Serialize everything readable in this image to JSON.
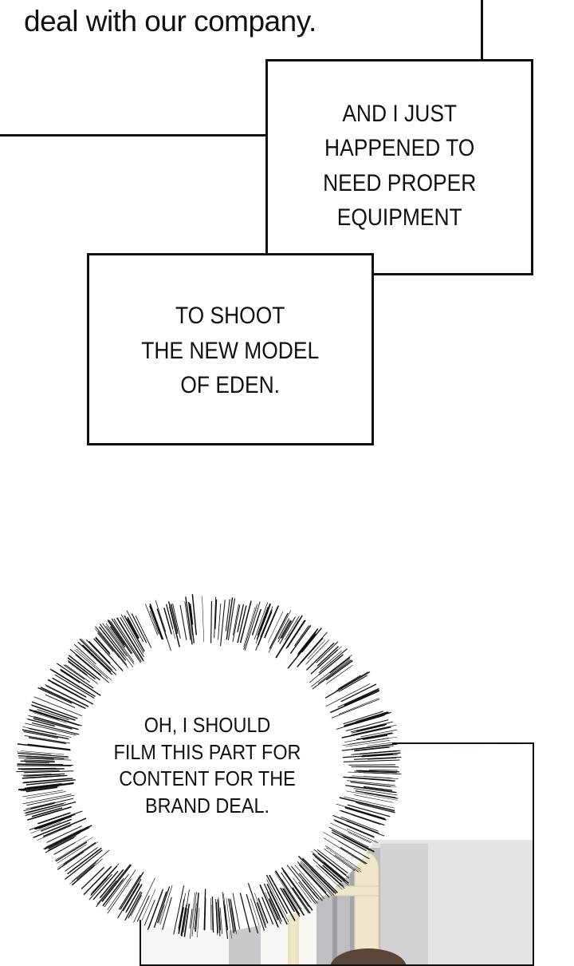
{
  "top_caption": {
    "text": "deal with our company."
  },
  "caption_box_1": {
    "lines": [
      "AND I JUST",
      "HAPPENED TO",
      "NEED PROPER",
      "EQUIPMENT"
    ]
  },
  "caption_box_2": {
    "lines": [
      "TO SHOOT",
      "THE NEW MODEL",
      "OF EDEN."
    ]
  },
  "thought_burst": {
    "lines": [
      "OH, I SHOULD",
      "FILM THIS PART FOR",
      "CONTENT FOR THE",
      "BRAND DEAL."
    ]
  },
  "colors": {
    "ink": "#111111",
    "chair": "#efe6c8",
    "curtain": "#b9b9bd",
    "hair": "#5a4538"
  }
}
